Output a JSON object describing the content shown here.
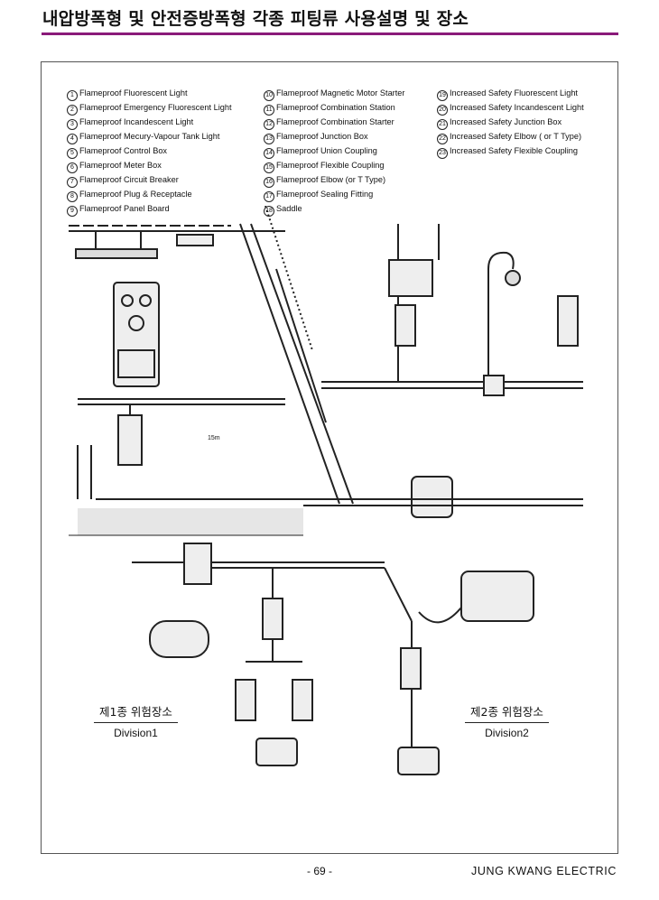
{
  "page": {
    "title": "내압방폭형 및 안전증방폭형 각종 피팅류 사용설명 및 장소",
    "page_number": "- 69 -",
    "brand": "JUNG KWANG ELECTRIC"
  },
  "legend": {
    "col1": [
      {
        "n": "1",
        "label": "Flameproof Fluorescent Light"
      },
      {
        "n": "2",
        "label": "Flameproof Emergency Fluorescent Light"
      },
      {
        "n": "3",
        "label": "Flameproof Incandescent Light"
      },
      {
        "n": "4",
        "label": "Flameproof Mecury-Vapour Tank Light"
      },
      {
        "n": "5",
        "label": "Flameproof Control Box"
      },
      {
        "n": "6",
        "label": "Flameproof Meter Box"
      },
      {
        "n": "7",
        "label": "Flameproof Circuit Breaker"
      },
      {
        "n": "8",
        "label": "Flameproof Plug & Receptacle"
      },
      {
        "n": "9",
        "label": "Flameproof Panel Board"
      }
    ],
    "col2": [
      {
        "n": "10",
        "label": "Flameproof Magnetic Motor Starter"
      },
      {
        "n": "11",
        "label": "Flameproof Combination Station"
      },
      {
        "n": "12",
        "label": "Flameproof Combination Starter"
      },
      {
        "n": "13",
        "label": "Flameproof Junction Box"
      },
      {
        "n": "14",
        "label": "Flameproof Union Coupling"
      },
      {
        "n": "15",
        "label": "Flameproof Flexible Coupling"
      },
      {
        "n": "16",
        "label": "Flameproof Elbow (or T Type)"
      },
      {
        "n": "17",
        "label": "Flameproof Sealing Fitting"
      },
      {
        "n": "18",
        "label": "Saddle"
      }
    ],
    "col3": [
      {
        "n": "19",
        "label": "Increased Safety Fluorescent Light"
      },
      {
        "n": "20",
        "label": "Increased Safety Incandescent Light"
      },
      {
        "n": "21",
        "label": "Increased Safety Junction Box"
      },
      {
        "n": "22",
        "label": "Increased Safety Elbow ( or T Type)"
      },
      {
        "n": "23",
        "label": "Increased Safety Flexible Coupling"
      }
    ]
  },
  "diagram": {
    "dimension_label": "15m",
    "division1": {
      "ko": "제1종 위험장소",
      "en": "Division1"
    },
    "division2": {
      "ko": "제2종 위험장소",
      "en": "Division2"
    }
  },
  "colors": {
    "accent_rule": "#8a1a7a"
  }
}
